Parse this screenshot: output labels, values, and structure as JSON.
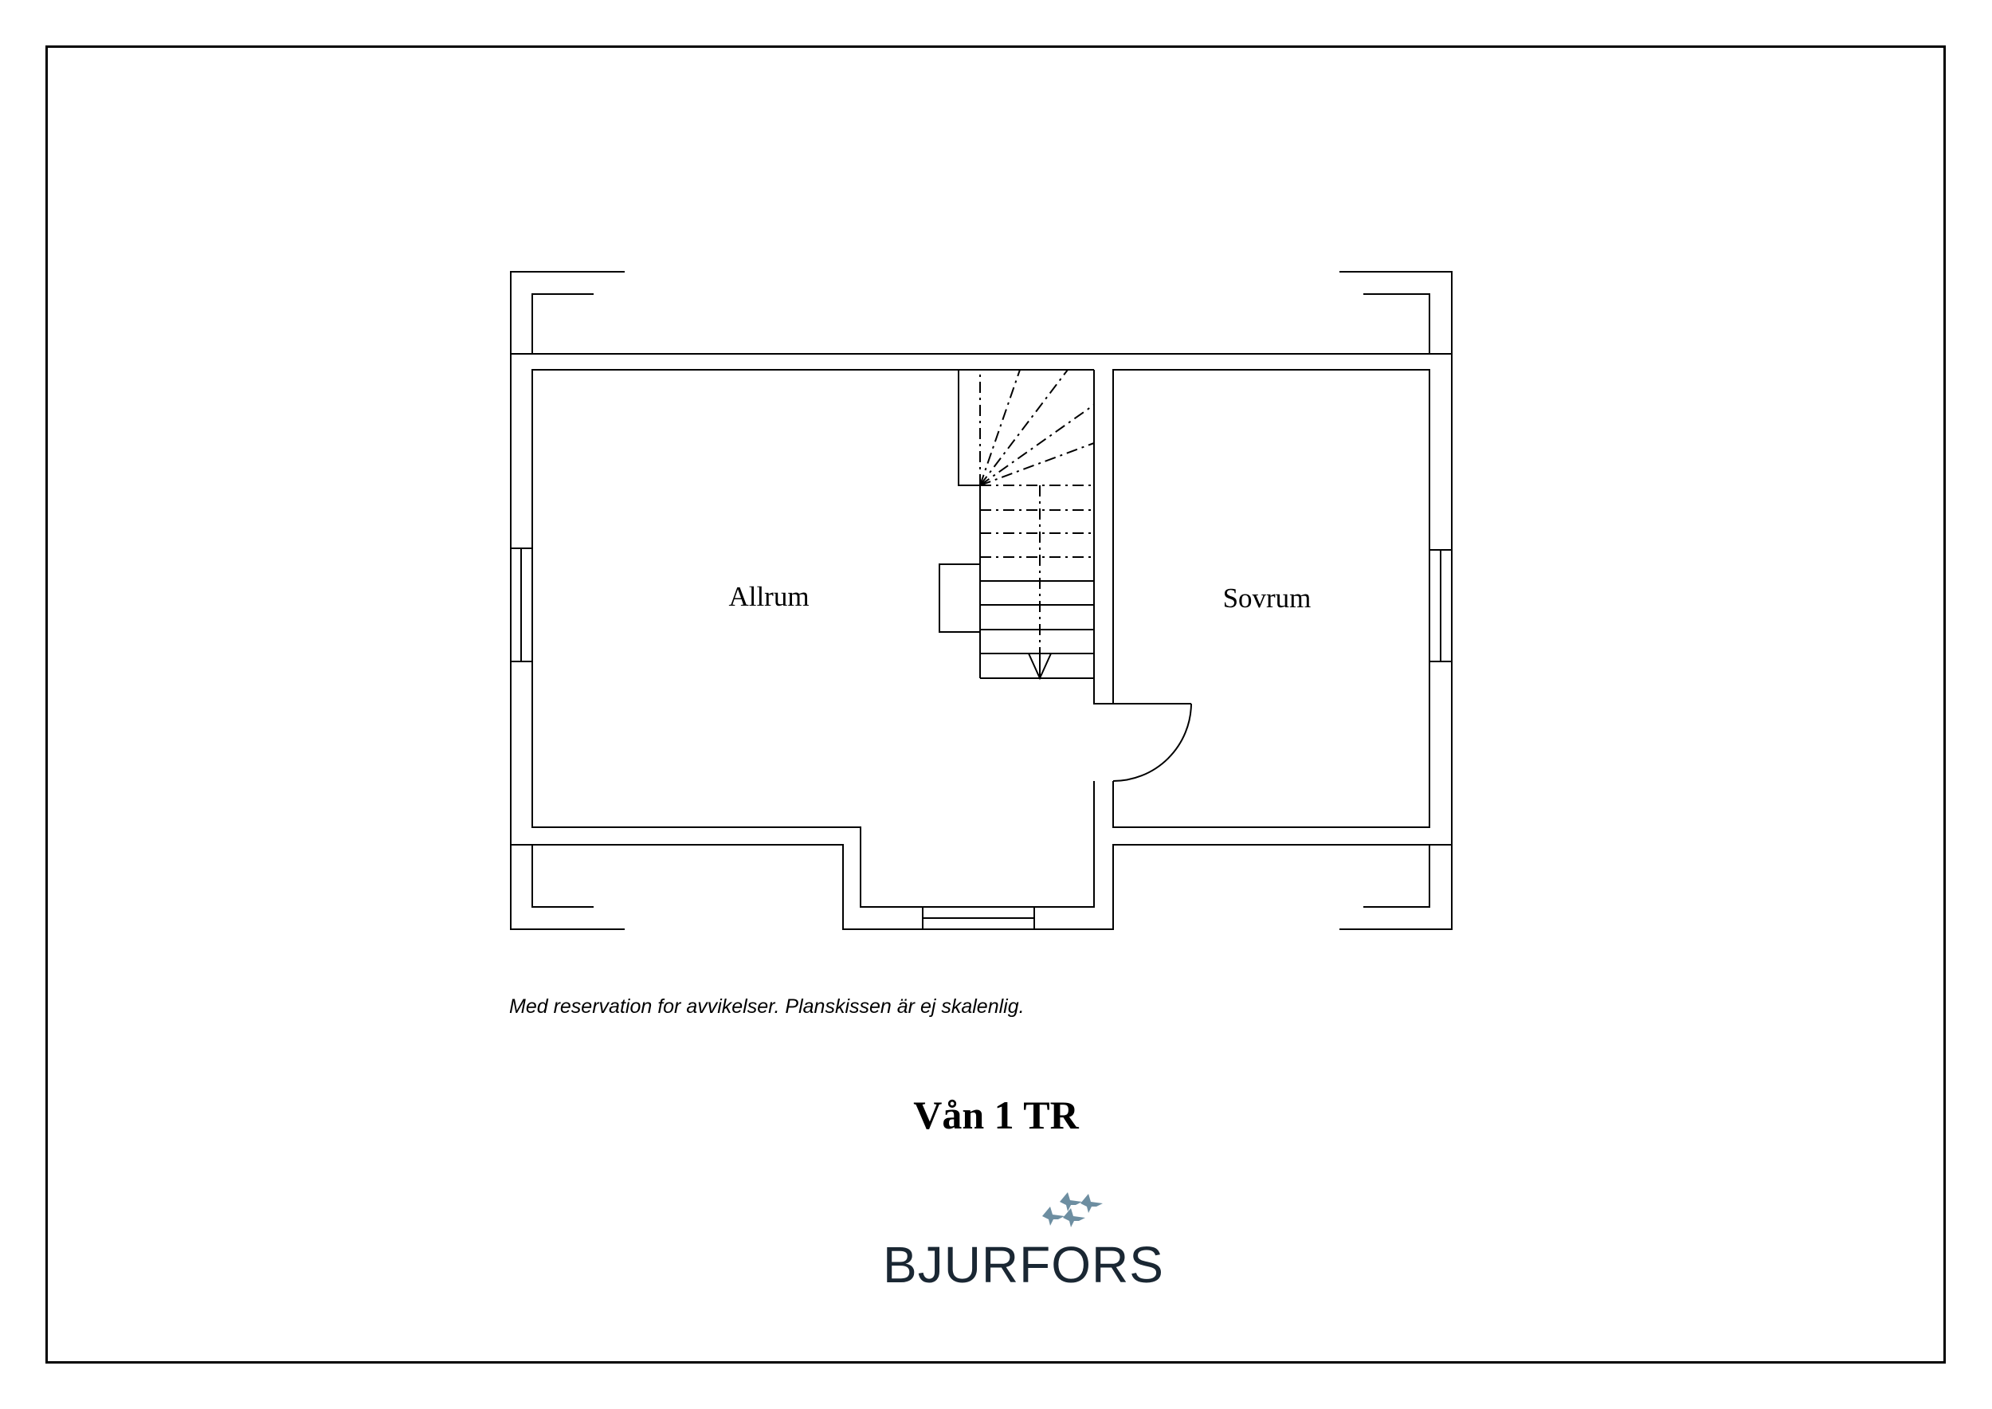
{
  "plan": {
    "rooms": [
      {
        "id": "allrum",
        "label": "Allrum"
      },
      {
        "id": "sovrum",
        "label": "Sovrum"
      }
    ]
  },
  "disclaimer": "Med reservation for avvikelser. Planskissen är ej skalenlig.",
  "floor_title": "Vån 1 TR",
  "logo": {
    "text": "BJURFORS",
    "bird_color": "#6d8ea1",
    "text_color": "#1a2733"
  }
}
